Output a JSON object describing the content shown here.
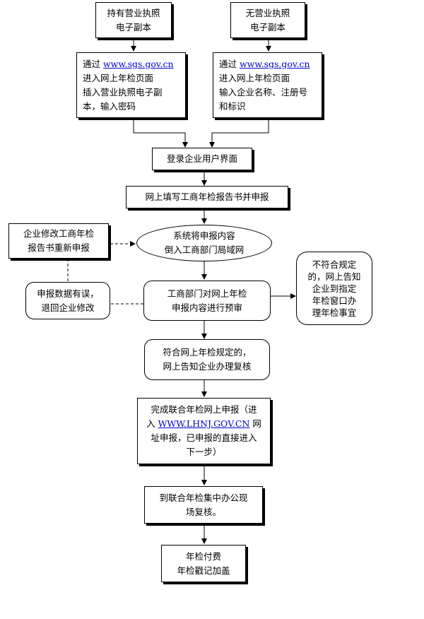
{
  "boxes": {
    "license_holder": [
      "持有营业执照",
      "电子副本"
    ],
    "no_license": [
      "无营业执照",
      "电子副本"
    ],
    "left_entry": {
      "prefix": "通过 ",
      "link": "www.sgs.gov.cn",
      "lines": [
        "进入网上年检页面",
        "插入营业执照电子副",
        "本，输入密码"
      ]
    },
    "right_entry": {
      "prefix": "通过 ",
      "link": "www.sgs.gov.cn",
      "lines": [
        "进入网上年检页面",
        "输入企业名称、注册号",
        "和标识"
      ]
    },
    "login": "登录企业用户界面",
    "fill_report": "网上填写工商年检报告书并申报",
    "system_import": [
      "系统将申报内容",
      "倒入工商部门局域网"
    ],
    "company_modify": [
      "企业修改工商年检",
      "报告书重新申报"
    ],
    "data_error": [
      "申报数据有误，",
      "退回企业修改"
    ],
    "pre_review": [
      "工商部门对网上年检",
      "申报内容进行预审"
    ],
    "non_compliant": [
      "不符合规定",
      "的，网上告知",
      "企业到指定",
      "年检窗口办",
      "理年检事宜"
    ],
    "compliant": [
      "符合网上年检规定的，",
      "网上告知企业办理复核"
    ],
    "complete_joint": {
      "line1": "完成联合年检网上申报（进",
      "line2_prefix": "入 ",
      "link": "WWW.LHNJ.GOV.CN",
      "line2_suffix": " 网",
      "line3": "址申报，已申报的直接进入",
      "line4": "下一步）"
    },
    "onsite_review": [
      "到联合年检集中办公现",
      "场复核。"
    ],
    "payment": [
      "年检付费",
      "年检戳记加盖"
    ]
  }
}
